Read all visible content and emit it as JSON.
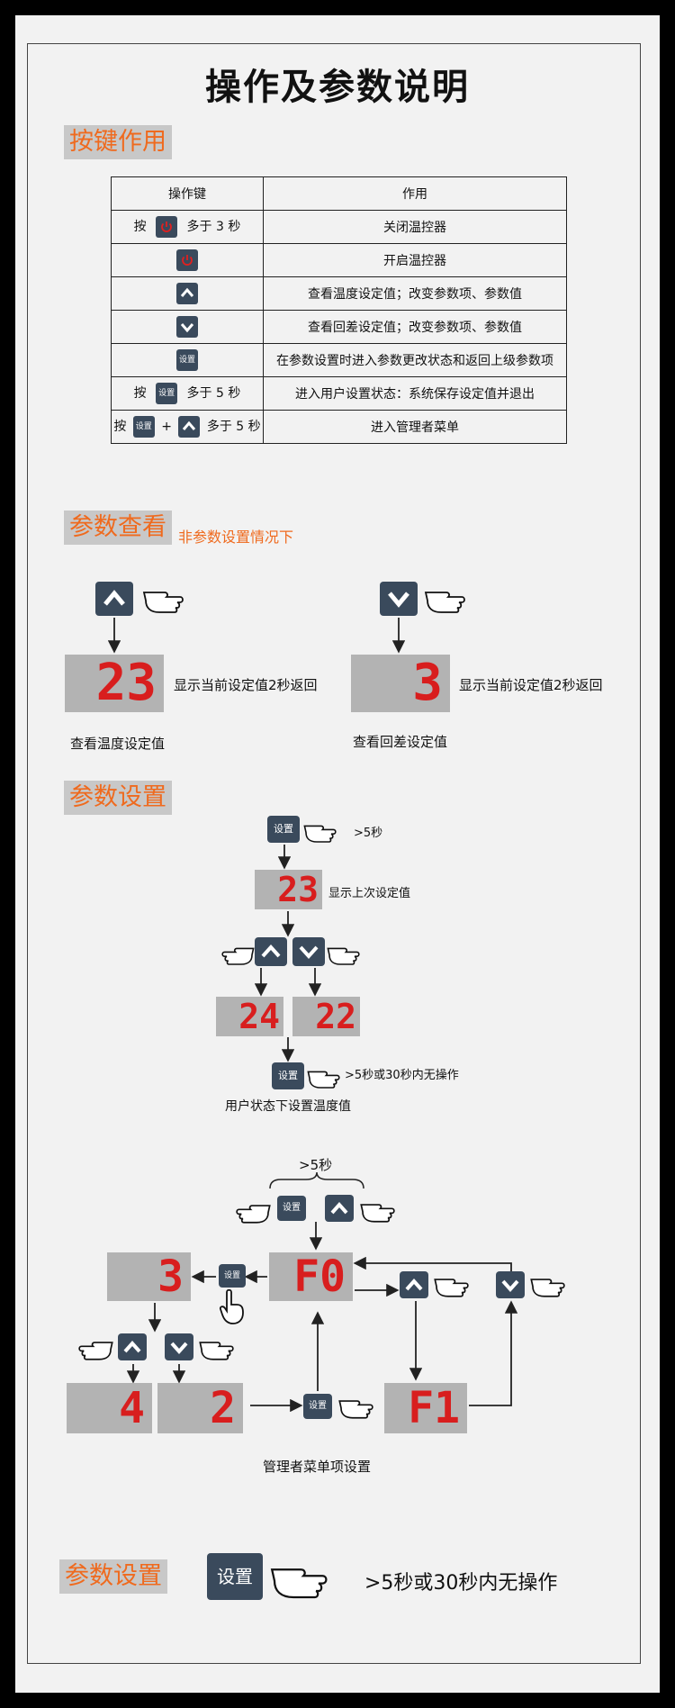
{
  "title": "操作及参数说明",
  "sections": {
    "keys": "按键作用",
    "view": "参数查看",
    "view_note": "非参数设置情况下",
    "setting": "参数设置",
    "setting2": "参数设置"
  },
  "key_table": {
    "headers": [
      "操作键",
      "作用"
    ],
    "press": "按",
    "more3": "多于 3 秒",
    "more5": "多于 5 秒",
    "plus": "+",
    "set_label": "设置",
    "rows": [
      {
        "desc": "关闭温控器"
      },
      {
        "desc": "开启温控器"
      },
      {
        "desc": "查看温度设定值；改变参数项、参数值"
      },
      {
        "desc": "查看回差设定值；改变参数项、参数值"
      },
      {
        "desc": "在参数设置时进入参数更改状态和返回上级参数项"
      },
      {
        "desc": "进入用户设置状态：系统保存设定值并退出"
      },
      {
        "desc": "进入管理者菜单"
      }
    ]
  },
  "view": {
    "left_display": "23",
    "left_text": "显示当前设定值2秒返回",
    "left_caption": "查看温度设定值",
    "right_display": "3",
    "right_text": "显示当前设定值2秒返回",
    "right_caption": "查看回差设定值"
  },
  "user_flow": {
    "set_label": "设置",
    "hold": ">5秒",
    "display": "23",
    "display_text": "显示上次设定值",
    "up_display": "24",
    "down_display": "22",
    "exit_text": ">5秒或30秒内无操作",
    "caption": "用户状态下设置温度值"
  },
  "admin_flow": {
    "hold": ">5秒",
    "set_label": "设置",
    "f0": "F0",
    "left_display": "3",
    "d4": "4",
    "d2": "2",
    "f1": "F1",
    "caption": "管理者菜单项设置"
  },
  "bottom": {
    "set_label": "设置",
    "text": ">5秒或30秒内无操作"
  },
  "colors": {
    "accent": "#ef6a1e",
    "key": "#3a4a5c",
    "digit": "#d81e1e",
    "display": "#b3b3b3"
  }
}
